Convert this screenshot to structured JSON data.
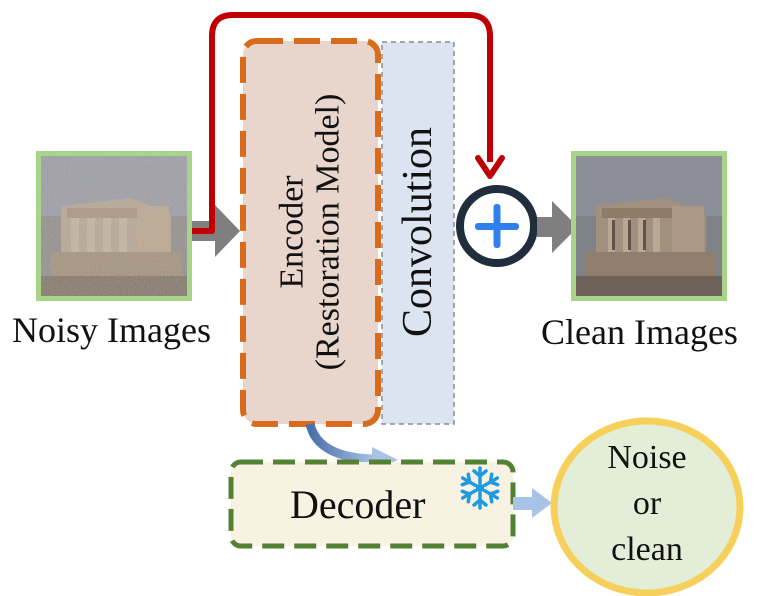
{
  "input_label": "Noisy Images",
  "output_label": "Clean Images",
  "encoder": {
    "line1": "Encoder",
    "line2": "(Restoration Model)"
  },
  "convolution": "Convolution",
  "decoder": "Decoder",
  "frozen_icon": "snowflake-icon",
  "add_icon": "plus-icon",
  "verdict": {
    "line1": "Noise",
    "line2": "or",
    "line3": "clean"
  },
  "colors": {
    "skip_arrow": "#c00000",
    "flow_arrow": "#7f7f7f",
    "encoder_border": "#d86b1c",
    "encoder_fill": "#e8d5cc",
    "conv_fill": "#dce4f2",
    "decoder_border": "#548235",
    "decoder_fill": "#f8f2e3",
    "verdict_border": "#f6d05a",
    "verdict_fill": "#e2eed8",
    "image_border": "#a8d48a",
    "snowflake": "#1f9be0",
    "plus": "#2f80ed"
  }
}
